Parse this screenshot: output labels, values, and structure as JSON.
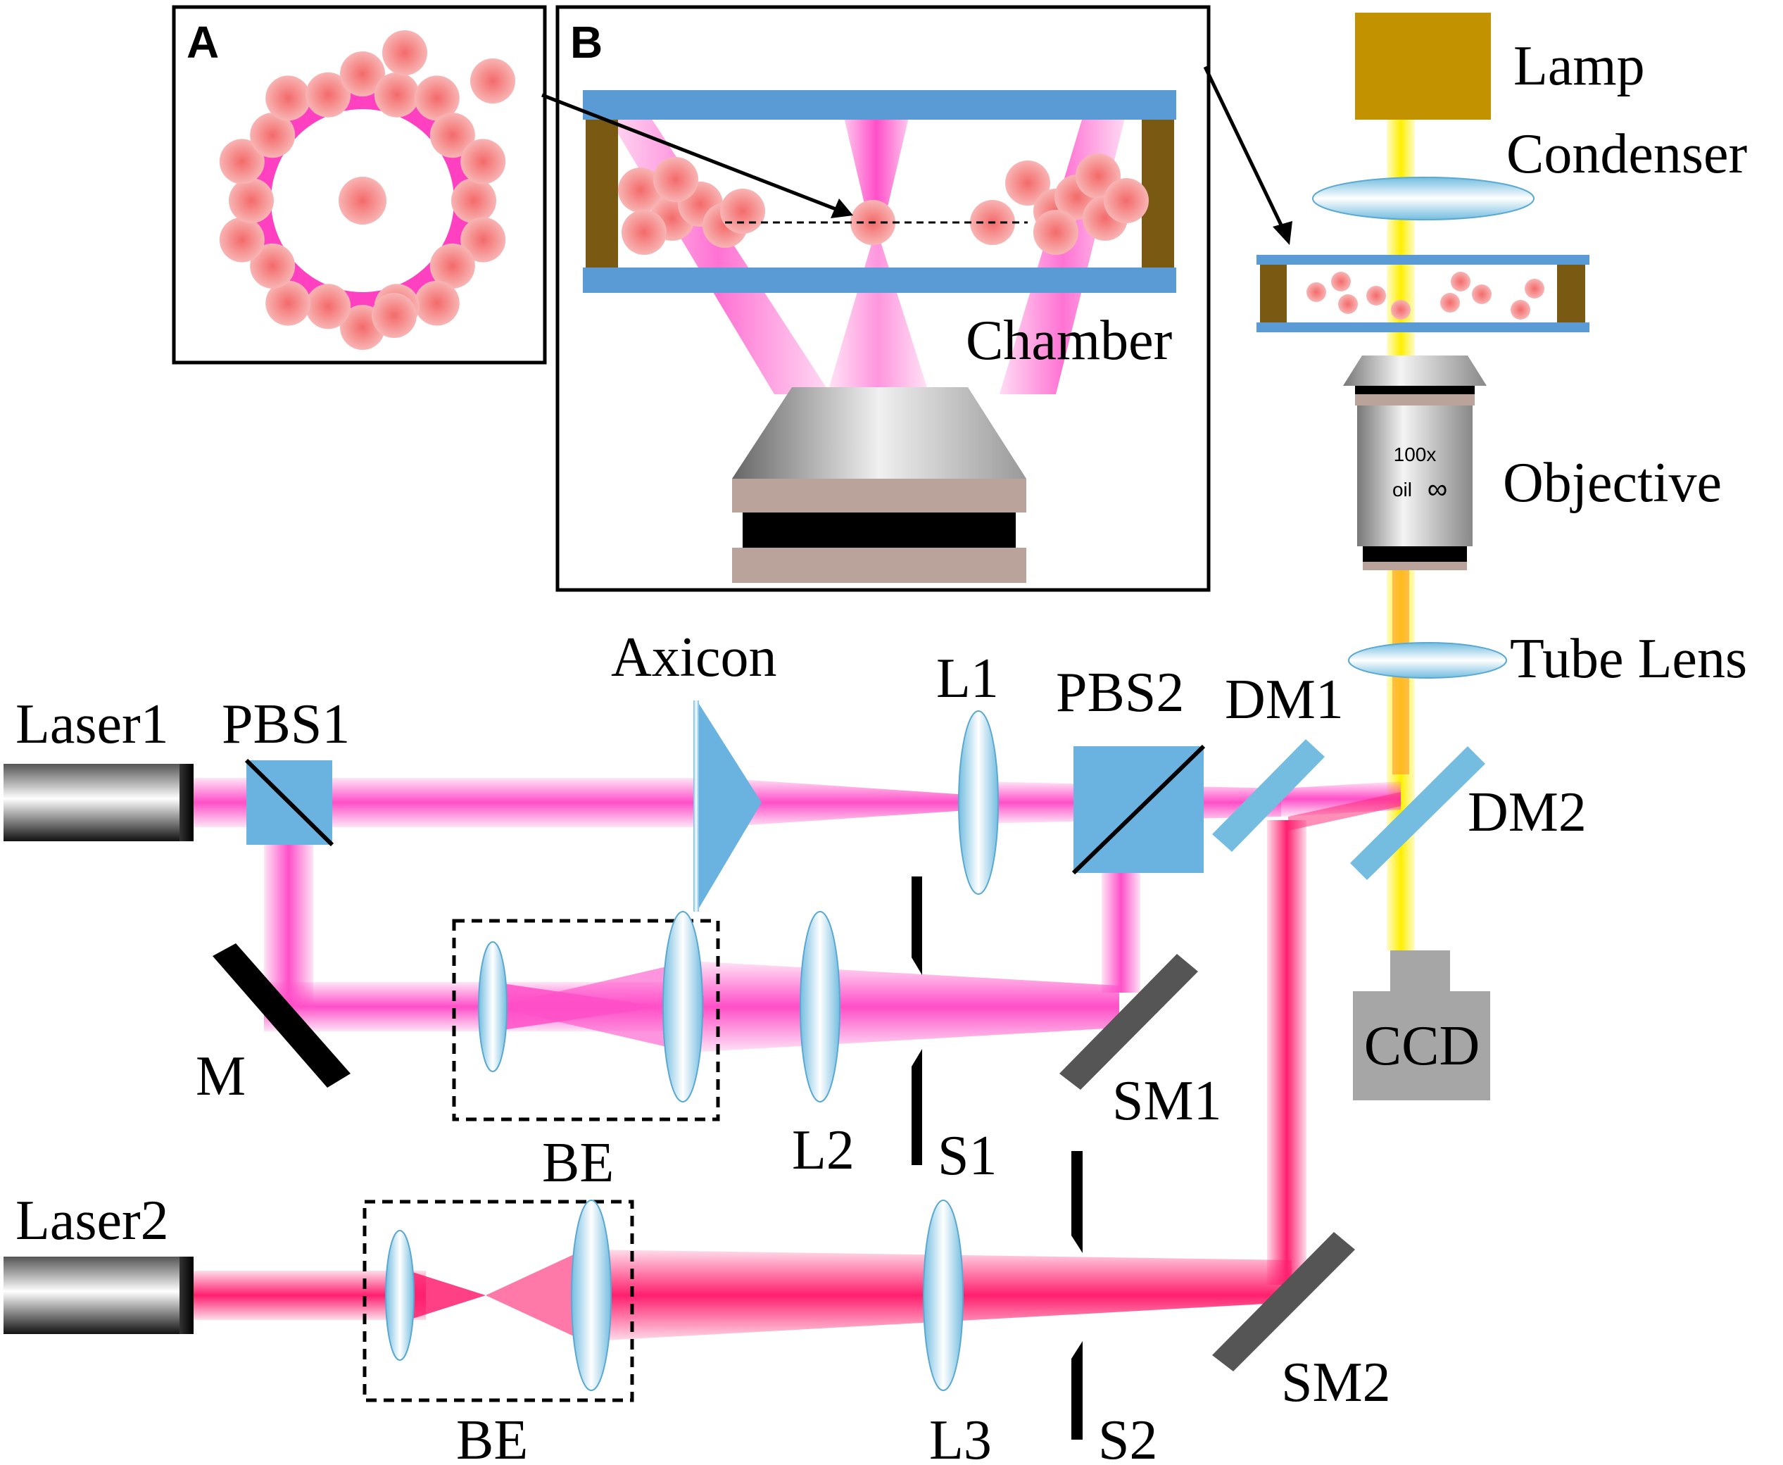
{
  "panels": {
    "a": "A",
    "b": "B"
  },
  "labels": {
    "lamp": "Lamp",
    "condenser": "Condenser",
    "chamber": "Chamber",
    "objective": "Objective",
    "tube_lens": "Tube Lens",
    "axicon": "Axicon",
    "laser1": "Laser1",
    "pbs1": "PBS1",
    "l1": "L1",
    "pbs2": "PBS2",
    "dm1": "DM1",
    "dm2": "DM2",
    "m": "M",
    "be_upper": "BE",
    "l2": "L2",
    "s1": "S1",
    "sm1": "SM1",
    "ccd": "CCD",
    "laser2": "Laser2",
    "be_lower": "BE",
    "l3": "L3",
    "s2": "S2",
    "sm2": "SM2"
  },
  "objective_text": {
    "mag": "100x",
    "oil": "oil",
    "inf": "∞"
  },
  "colors": {
    "laser1_beam": "#ff4fc8",
    "laser2_beam": "#ff1f6e",
    "lamp_beam": "#ffef00",
    "lens": "#74bde0",
    "chamber_glass": "#5b9bd5",
    "chamber_spacer": "#7a5a12",
    "lamp": "#c39200",
    "cell": "#f59a9a",
    "ring": "#ff40c0",
    "mirror": "#000000",
    "scan_mirror": "#555555",
    "ccd": "#a6a6a6"
  }
}
